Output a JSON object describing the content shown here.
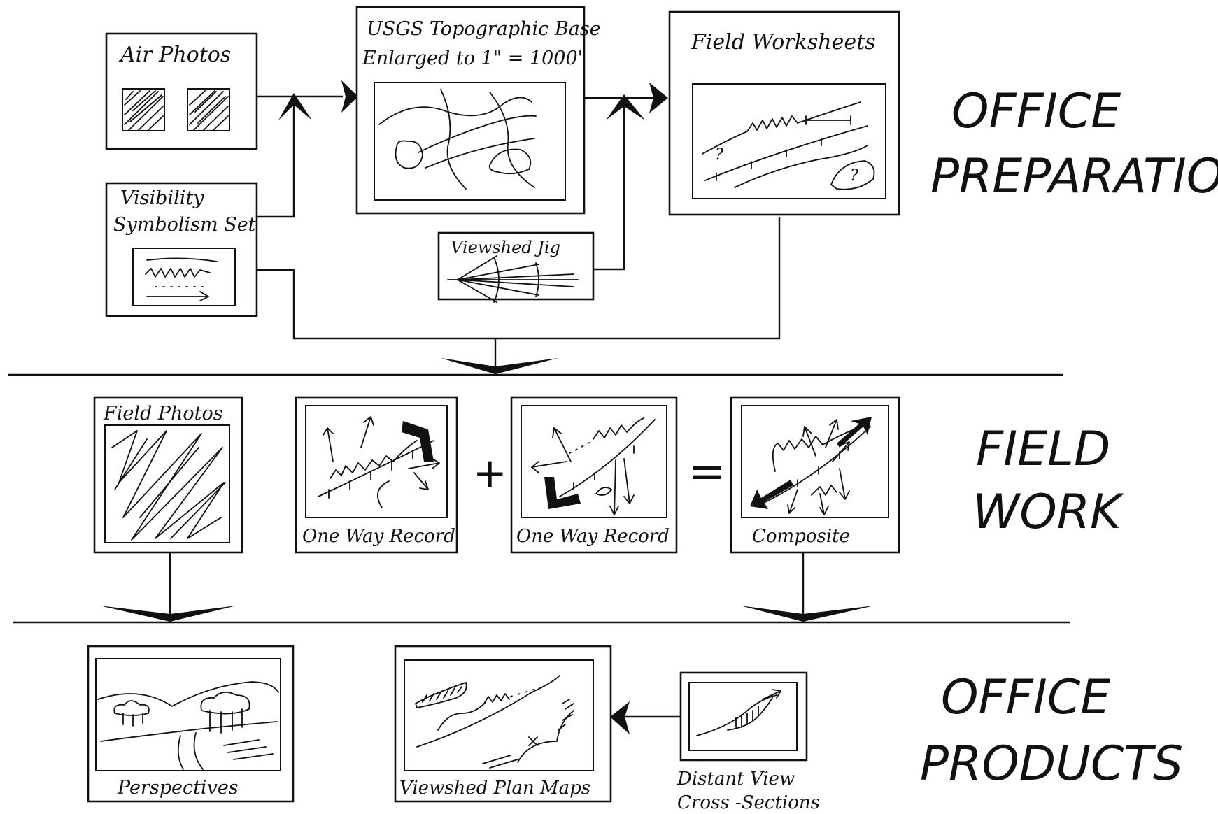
{
  "stages": {
    "office_preparation": [
      "OFFICE",
      "PREPARATION"
    ],
    "field_work": [
      "FIELD",
      "WORK"
    ],
    "office_products": [
      "OFFICE",
      "PRODUCTS"
    ]
  },
  "boxes": {
    "air_photos": "Air Photos",
    "visibility_symbolism": [
      "Visibility",
      "Symbolism Set"
    ],
    "usgs_base": [
      "USGS Topographic Base",
      "Enlarged to  1\" = 1000'"
    ],
    "field_worksheets": "Field Worksheets",
    "viewshed_jig": "Viewshed Jig",
    "field_photos": "Field Photos",
    "one_way_record_1": "One Way Record",
    "one_way_record_2": "One Way Record",
    "composite": "Composite",
    "perspectives": "Perspectives",
    "viewshed_plan_maps": "Viewshed Plan Maps",
    "distant_view": [
      "Distant View",
      "Cross -Sections"
    ]
  },
  "operators": {
    "plus": "+",
    "equals": "="
  },
  "worksheet_marks": [
    "?",
    "?"
  ],
  "colors": {
    "ink": "#111111",
    "paper": "#ffffff"
  }
}
